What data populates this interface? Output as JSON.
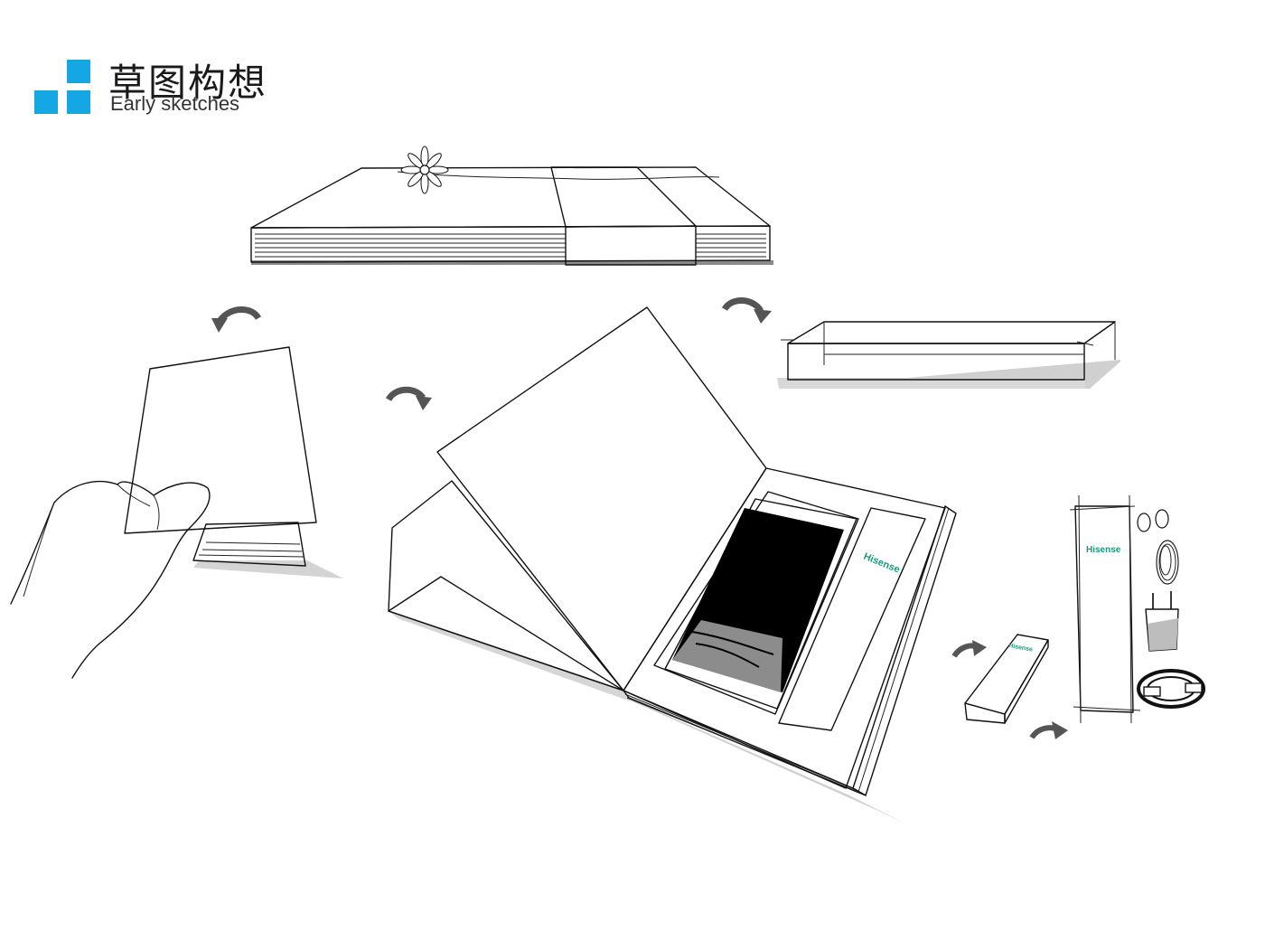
{
  "header": {
    "title_zh": "草图构想",
    "title_en": "Early sketches"
  },
  "brand": {
    "label_book": "Hisense",
    "label_box": "Hisense",
    "label_strip": "Hisense",
    "color": "#1b9a7f"
  },
  "colors": {
    "accent": "#15a6e4",
    "ink": "#111111",
    "shadow": "#c8c8c8"
  },
  "icons": [
    "curved-arrow-icon",
    "flower-icon",
    "earphones-icon",
    "charger-icon",
    "usb-cable-icon"
  ]
}
